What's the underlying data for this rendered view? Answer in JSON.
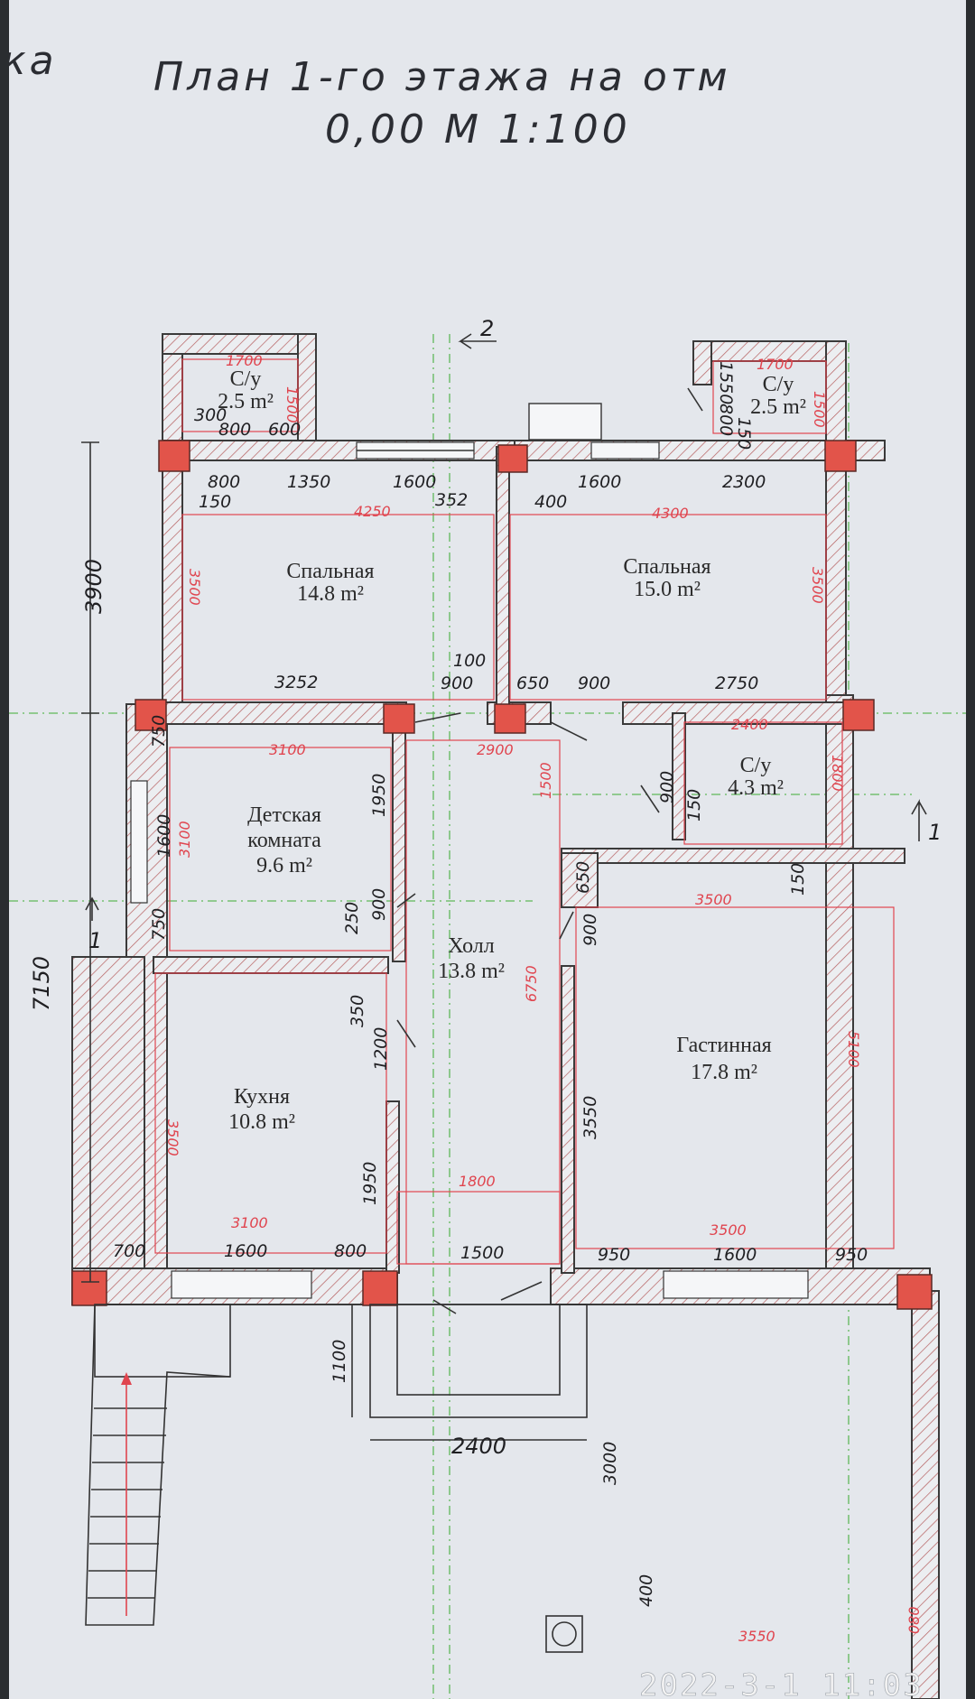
{
  "title": {
    "corner": "ка",
    "line1": "План 1-го этажа на отм",
    "line2": "0,00 М 1:100"
  },
  "rooms": [
    {
      "name": "С/у",
      "area": "2.5 m²"
    },
    {
      "name": "С/у",
      "area": "2.5 m²"
    },
    {
      "name": "Спальная",
      "area": "14.8 m²"
    },
    {
      "name": "Спальная",
      "area": "15.0 m²"
    },
    {
      "name": "Детская",
      "name2": "комната",
      "area": "9.6 m²"
    },
    {
      "name": "С/у",
      "area": "4.3 m²"
    },
    {
      "name": "Холл",
      "area": "13.8 m²"
    },
    {
      "name": "Гастинная",
      "area": "17.8 m²"
    },
    {
      "name": "Кухня",
      "area": "10.8 m²"
    }
  ],
  "dims": {
    "d1700a": "1700",
    "d1500a": "1500",
    "d300": "300",
    "d800a": "800",
    "d600": "600",
    "d1700b": "1700",
    "d1550": "1550",
    "d800b": "800",
    "d1500b": "1500",
    "d150a": "150",
    "d800c": "800",
    "d1350": "1350",
    "d1600a": "1600",
    "d352": "352",
    "d400a": "400",
    "d1600b": "1600",
    "d2300": "2300",
    "d150b": "150",
    "d4250": "4250",
    "d4300": "4300",
    "d3500a": "3500",
    "d3500b": "3500",
    "d3900": "3900",
    "d3252": "3252",
    "d100": "100",
    "d900a": "900",
    "d650a": "650",
    "d900b": "900",
    "d2750": "2750",
    "d2400a": "2400",
    "d3100a": "3100",
    "d2900": "2900",
    "d750a": "750",
    "d1800a": "1800",
    "d1950a": "1950",
    "d1500c": "1500",
    "d900c": "900",
    "d150c": "150",
    "d1600c": "1600",
    "d3100b": "3100",
    "d650b": "650",
    "d150d": "150",
    "d3500c": "3500",
    "d750b": "750",
    "d250": "250",
    "d900d": "900",
    "d900e": "900",
    "d6750": "6750",
    "d7150": "7150",
    "d350": "350",
    "d1200": "1200",
    "d5100": "5100",
    "d3550a": "3550",
    "d3500d": "3500",
    "d1950b": "1950",
    "d1800b": "1800",
    "d3100c": "3100",
    "d3500e": "3500",
    "d700": "700",
    "d1600d": "1600",
    "d800d": "800",
    "d1500d": "1500",
    "d950a": "950",
    "d1600e": "1600",
    "d950b": "950",
    "d1100": "1100",
    "d2400b": "2400",
    "d3000": "3000",
    "d400b": "400",
    "d3550b": "3550",
    "d080": "080"
  },
  "markers": {
    "sec2": "2",
    "sec1L": "1",
    "sec1R": "1"
  },
  "timestamp": "2022-3-1 11:03",
  "colors": {
    "paper": "#e4e7ec",
    "column": "#e2544a",
    "redline": "#e0454f",
    "axis": "#5fb85a"
  }
}
